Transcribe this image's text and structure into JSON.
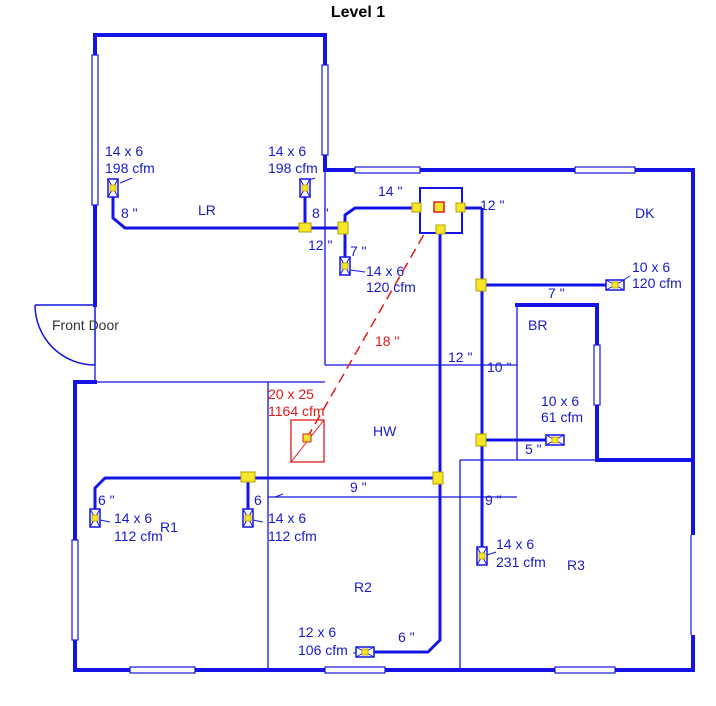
{
  "title": "Level 1",
  "colors": {
    "wall": "#1414e6",
    "duct": "#1414e6",
    "label": "#1a1acc",
    "supply_return": "#e01a1a",
    "fitting": "#f5e62a"
  },
  "rooms": {
    "lr": "LR",
    "dk": "DK",
    "br": "BR",
    "hw": "HW",
    "r1": "R1",
    "r2": "R2",
    "r3": "R3",
    "front_door": "Front Door"
  },
  "registers": {
    "lr_left": {
      "size": "14 x 6",
      "flow": "198 cfm"
    },
    "lr_right": {
      "size": "14 x 6",
      "flow": "198 cfm"
    },
    "mid": {
      "size": "14 x 6",
      "flow": "120 cfm"
    },
    "dk": {
      "size": "10 x 6",
      "flow": "120 cfm"
    },
    "br": {
      "size": "10 x 6",
      "flow": "61 cfm"
    },
    "r1_left": {
      "size": "14 x 6",
      "flow": "112 cfm"
    },
    "r1_right": {
      "size": "14 x 6",
      "flow": "112 cfm"
    },
    "r3": {
      "size": "14 x 6",
      "flow": "231 cfm"
    },
    "r2": {
      "size": "12 x 6",
      "flow": "106 cfm"
    },
    "return": {
      "size": "20 x 25",
      "flow": "1164 cfm"
    }
  },
  "duct_sizes": {
    "d14": "14 \"",
    "d12_top": "12 \"",
    "d8_left": "8 \"",
    "d8_right": "8 \"",
    "d12_tee": "12 \"",
    "d7_mid": "7 \"",
    "d7_dk": "7 \"",
    "d18": "18 \"",
    "d12_hw": "12 \"",
    "d10": "10 \"",
    "d5": "5 \"",
    "d9_hall": "9 \"",
    "d9_r3": "9 \"",
    "d6_left": "6 \"",
    "d6_right": "6",
    "d6_r2": "6 \""
  }
}
